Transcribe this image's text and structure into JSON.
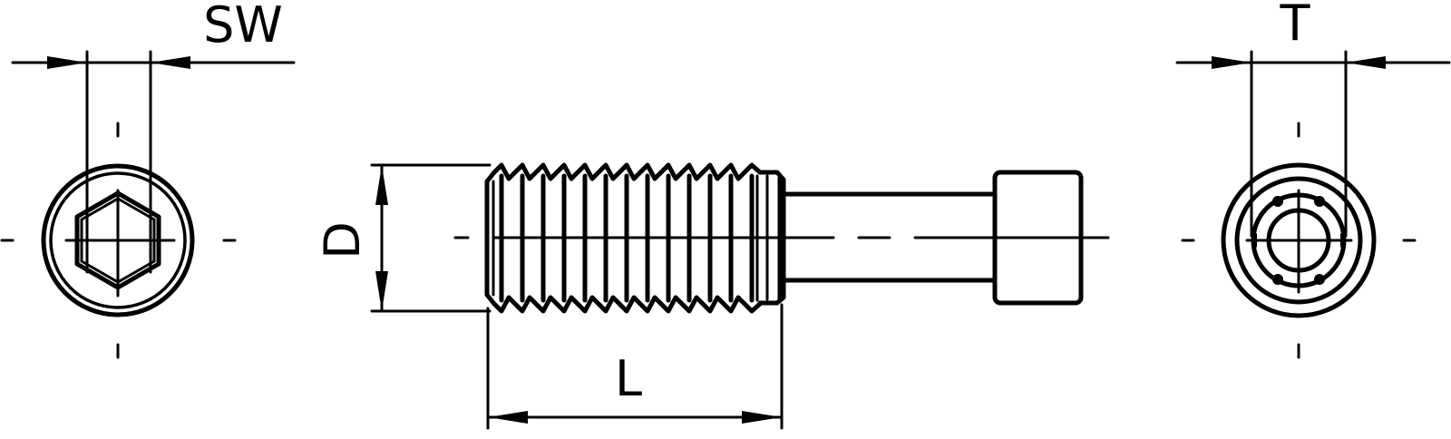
{
  "drawing": {
    "type": "technical-drawing",
    "subject": "threaded pin / set screw with socket drive",
    "colors": {
      "line": "#000000",
      "background": "#ffffff"
    },
    "views": [
      {
        "id": "left-end-view",
        "drive": "hexagon socket"
      },
      {
        "id": "side-view",
        "features": [
          "external thread",
          "collar",
          "shaft",
          "cylindrical head"
        ]
      },
      {
        "id": "right-end-view",
        "drive": "lobed socket"
      }
    ]
  },
  "dimensions": {
    "sw": {
      "label": "SW"
    },
    "d": {
      "label": "D"
    },
    "l": {
      "label": "L"
    },
    "t": {
      "label": "T"
    }
  }
}
